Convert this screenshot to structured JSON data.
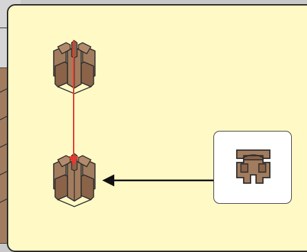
{
  "diagram": {
    "nodes": [
      {
        "id": "source-structure",
        "icon": "castle-block-icon"
      },
      {
        "id": "target-structure",
        "icon": "castle-block-icon"
      },
      {
        "id": "tool",
        "icon": "bracket-tool-icon"
      }
    ],
    "edges": [
      {
        "from": "source-structure",
        "to": "target-structure",
        "color": "#e8392f"
      },
      {
        "from": "tool",
        "to": "target-structure",
        "color": "#111111"
      }
    ],
    "colors": {
      "panel_fill": "#fff9c6",
      "block_fill": "#a27c5e",
      "block_shade": "#8a6349",
      "outline": "#2a2a2a"
    }
  }
}
